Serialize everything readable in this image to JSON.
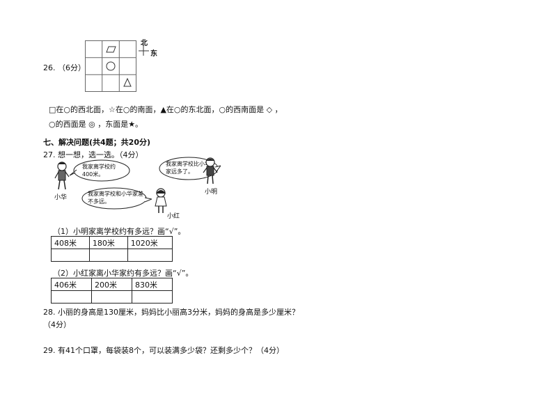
{
  "q26": {
    "label": "26.  （6分）",
    "compass_north": "北",
    "compass_east": "东",
    "line1": "□在○的西北面，☆在○的南面，▲在○的东北面，○的西南面是 ◇ ，",
    "line2": "○的西面是 ◎ ，东面是★。"
  },
  "section7": {
    "title": "七、解决问题(共4题；共20分)"
  },
  "q27": {
    "label": "27.  想一想，选一选。（4分）",
    "bubble_xiaohua": "我家离学校约400米。",
    "bubble_xiaoming": "我家离学校比小华家远多了。",
    "bubble_xiaohong": "我家离学校和小华家差不多远。",
    "name_xiaohua": "小华",
    "name_xiaoming": "小明",
    "name_xiaohong": "小红",
    "sub1": "（1）小明家离学校约有多远？画“√”。",
    "sub1_options": [
      "408米",
      "180米",
      "1020米"
    ],
    "sub2": "（2）小红家离小华家约有多远？画“√”。",
    "sub2_options": [
      "406米",
      "200米",
      "830米"
    ]
  },
  "q28": {
    "line1": "28.  小丽的身高是130厘米，妈妈比小丽高3分米，妈妈的身高是多少厘米？",
    "line2": "（4分）"
  },
  "q29": {
    "line1": "29.  有41个口罩，每袋装8个，可以装满多少袋？还剩多少个？（4分）"
  }
}
